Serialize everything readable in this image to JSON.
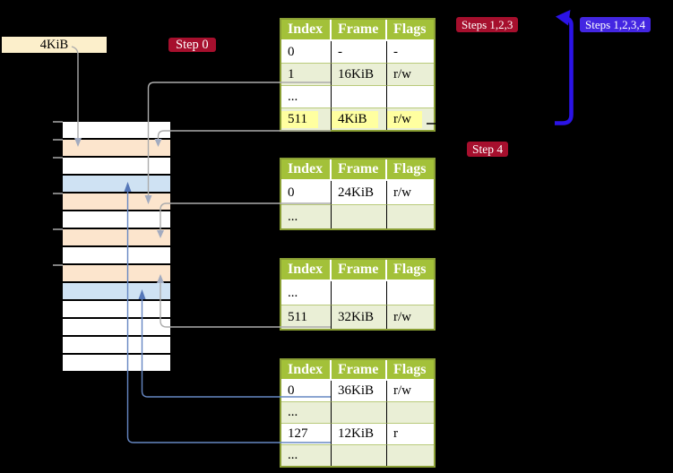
{
  "colors": {
    "background": "#000000",
    "accent_red": "#a60f2d",
    "accent_violet": "#4326e2",
    "arrow_blue": "#2b13e6",
    "header_green": "#a3c139",
    "row_green": "#eaefd6",
    "table_border": "#8a9f35",
    "row_divider": "#b9ca7a",
    "highlight_yellow": "#ffffa0",
    "frame_peach": "#fce5cd",
    "frame_blue": "#cfe2f3",
    "frame_white": "#ffffff",
    "cream": "#fcefcb",
    "connector_gray": "#acacac",
    "arrowhead_gray": "#a2abc0",
    "connector_blue": "#6687c3",
    "arrowhead_blue": "#5577b8"
  },
  "labels": {
    "frame_size": "4KiB",
    "step0": "Step 0",
    "steps123": "Steps 1,2,3",
    "steps1234": "Steps 1,2,3,4",
    "step4": "Step 4"
  },
  "tables": [
    {
      "headers": [
        "Index",
        "Frame",
        "Flags"
      ],
      "rows": [
        [
          "0",
          "-",
          "-"
        ],
        [
          "1",
          "16KiB",
          "r/w"
        ],
        [
          "...",
          "",
          ""
        ],
        [
          "511",
          "4KiB",
          "r/w"
        ]
      ]
    },
    {
      "headers": [
        "Index",
        "Frame",
        "Flags"
      ],
      "rows": [
        [
          "0",
          "24KiB",
          "r/w"
        ],
        [
          "...",
          "",
          ""
        ]
      ]
    },
    {
      "headers": [
        "Index",
        "Frame",
        "Flags"
      ],
      "rows": [
        [
          "...",
          "",
          ""
        ],
        [
          "511",
          "32KiB",
          "r/w"
        ]
      ]
    },
    {
      "headers": [
        "Index",
        "Frame",
        "Flags"
      ],
      "rows": [
        [
          "0",
          "36KiB",
          "r/w"
        ],
        [
          "...",
          "",
          ""
        ],
        [
          "127",
          "12KiB",
          "r"
        ],
        [
          "...",
          "",
          ""
        ]
      ]
    }
  ],
  "memory": {
    "rows": [
      "white",
      "peach",
      "white",
      "blue",
      "peach",
      "white",
      "peach",
      "white",
      "peach",
      "blue",
      "white",
      "white",
      "white",
      "white"
    ]
  }
}
